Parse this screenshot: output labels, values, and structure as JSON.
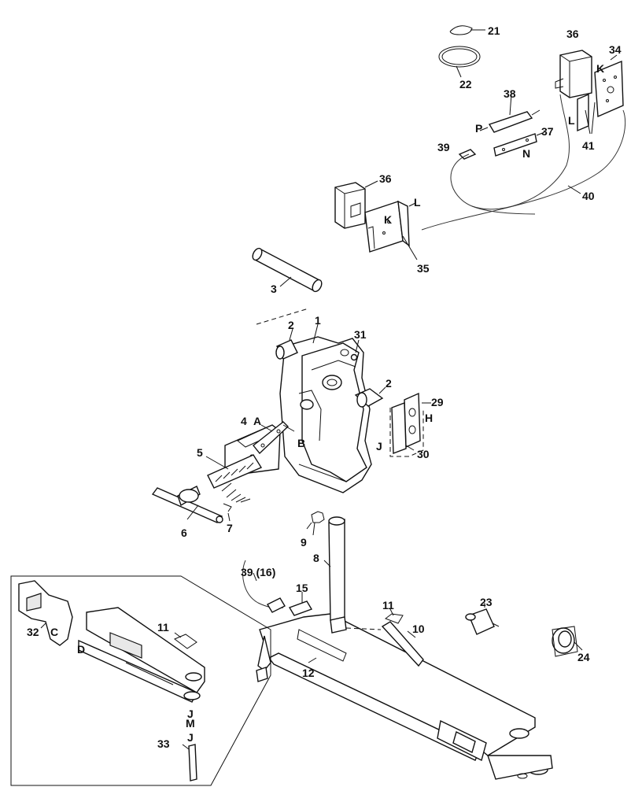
{
  "callouts": {
    "c1": "1",
    "c2a": "2",
    "c2b": "2",
    "c3": "3",
    "c4": "4",
    "c5": "5",
    "c6": "6",
    "c7": "7",
    "c8": "8",
    "c9": "9",
    "c10": "10",
    "c11a": "11",
    "c11b": "11",
    "c12": "12",
    "c15": "15",
    "c21": "21",
    "c22": "22",
    "c23": "23",
    "c24": "24",
    "c29": "29",
    "c30": "30",
    "c31": "31",
    "c32": "32",
    "c33": "33",
    "c34": "34",
    "c35": "35",
    "c36a": "36",
    "c36b": "36",
    "c37": "37",
    "c38": "38",
    "c39": "39",
    "c39_16": "39 (16)",
    "c40": "40",
    "c41": "41"
  },
  "letters": {
    "A": "A",
    "B": "B",
    "C": "C",
    "D": "D",
    "H": "H",
    "J1": "J",
    "J2": "J",
    "J3": "J",
    "K1": "K",
    "K2": "K",
    "L1": "L",
    "L2": "L",
    "M": "M",
    "N": "N",
    "P": "P"
  }
}
